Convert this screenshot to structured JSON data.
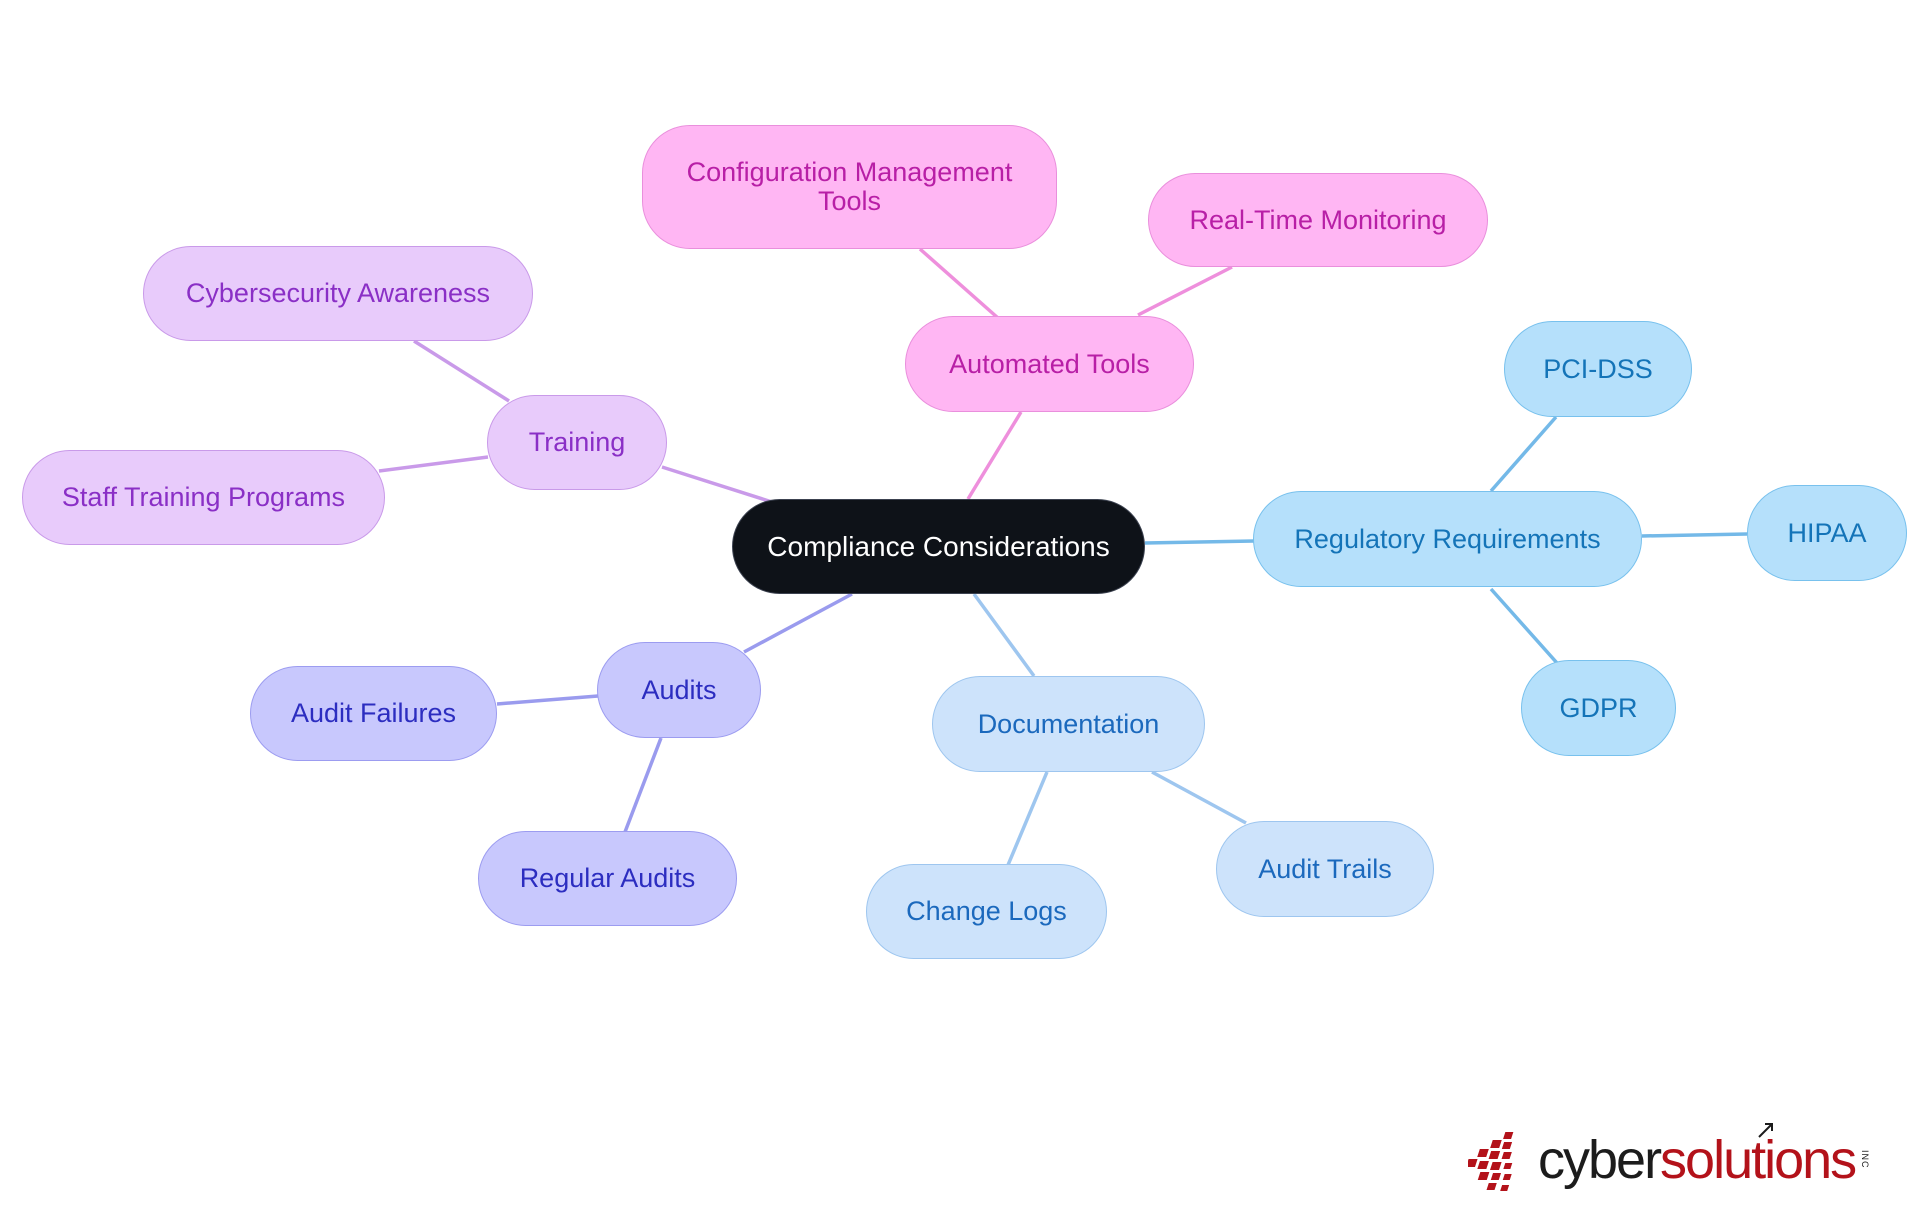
{
  "diagram": {
    "root": {
      "label": "Compliance Considerations"
    },
    "branches": {
      "automated_tools": {
        "label": "Automated Tools",
        "color": "#ee8fdc",
        "children": [
          "Configuration Management Tools",
          "Real-Time Monitoring"
        ]
      },
      "training": {
        "label": "Training",
        "color": "#c99ae9",
        "children": [
          "Cybersecurity Awareness",
          "Staff Training Programs"
        ]
      },
      "audits": {
        "label": "Audits",
        "color": "#9a9bee",
        "children": [
          "Audit Failures",
          "Regular Audits"
        ]
      },
      "documentation": {
        "label": "Documentation",
        "color": "#9ec6ef",
        "children": [
          "Change Logs",
          "Audit Trails"
        ]
      },
      "regulatory_requirements": {
        "label": "Regulatory Requirements",
        "color": "#74b9e8",
        "children": [
          "PCI-DSS",
          "HIPAA",
          "GDPR"
        ]
      }
    }
  },
  "logo": {
    "word_dark": "cyber",
    "word_red": "solutions",
    "suffix": "INC",
    "colors": {
      "dark": "#1c1c1c",
      "red": "#b3121a"
    }
  }
}
